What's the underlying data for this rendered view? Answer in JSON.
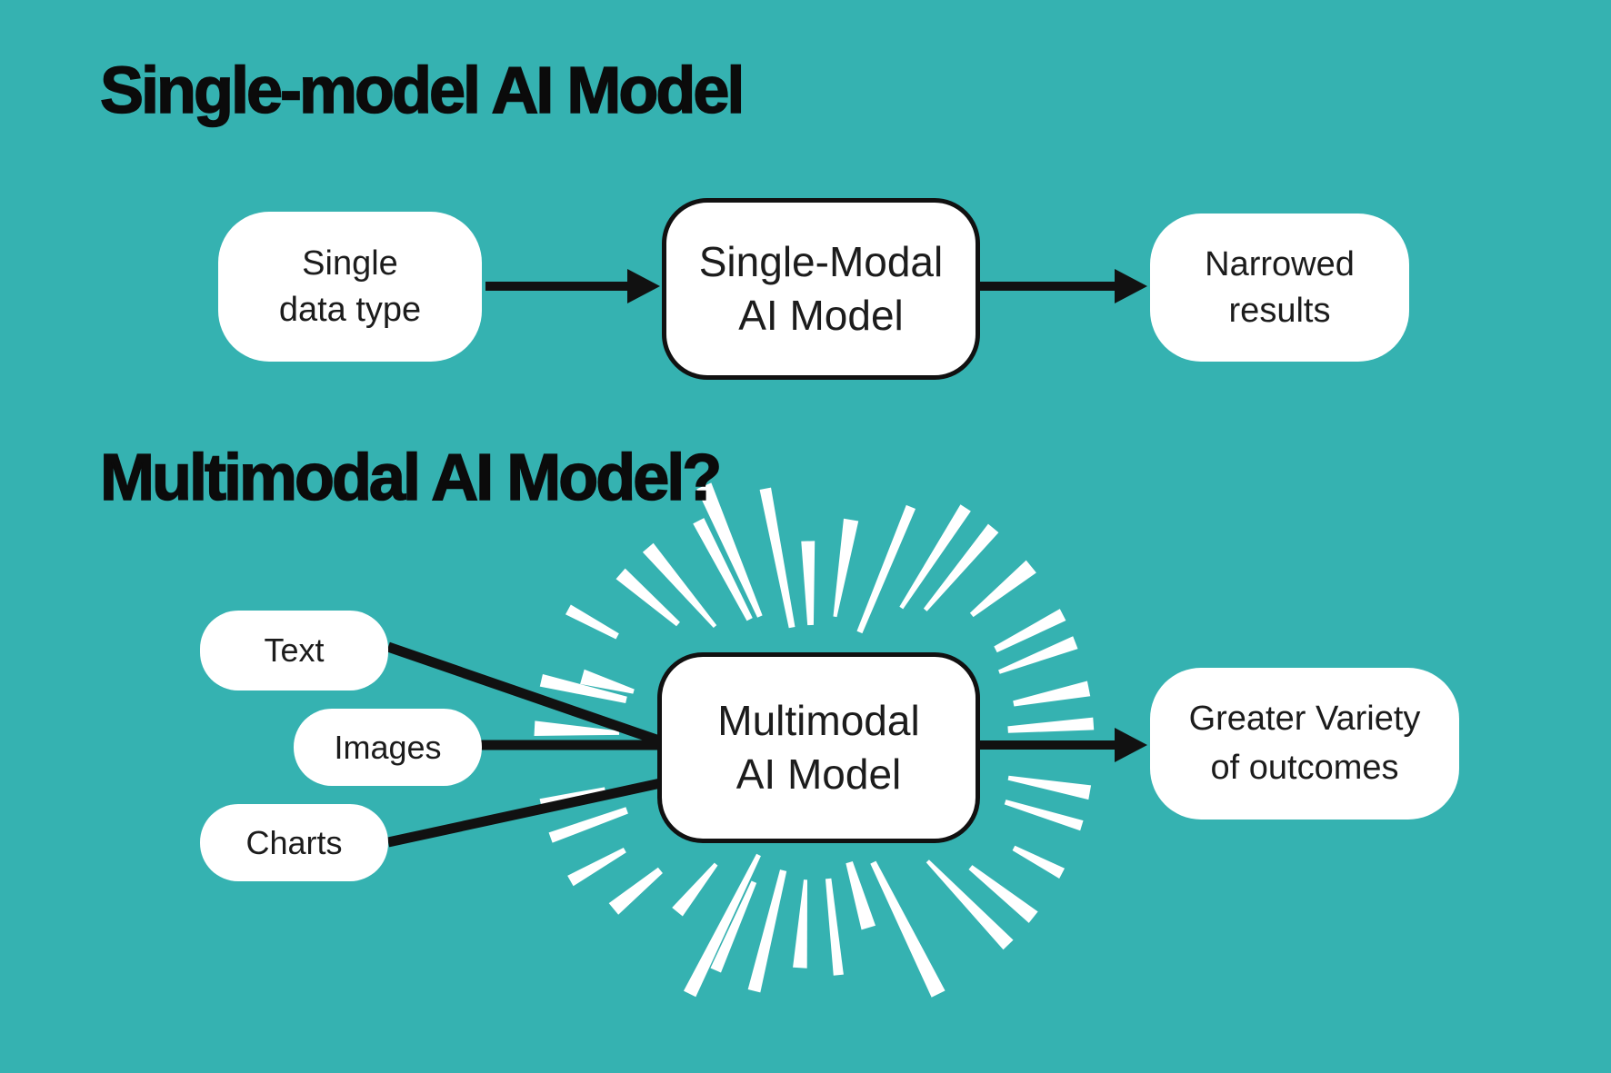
{
  "canvas": {
    "background_color": "#35b2b1",
    "box_fill_color": "#ffffff",
    "ink_color": "#111111",
    "starburst_color": "#ffffff"
  },
  "section_single": {
    "title": "Single-model AI Model",
    "input_box": {
      "line1": "Single",
      "line2": "data type"
    },
    "model_box": {
      "line1": "Single-Modal",
      "line2": "AI Model"
    },
    "result_box": {
      "line1": "Narrowed",
      "line2": "results"
    }
  },
  "section_multi": {
    "title": "Multimodal AI Model?",
    "input_boxes": [
      {
        "label": "Text"
      },
      {
        "label": "Images"
      },
      {
        "label": "Charts"
      }
    ],
    "model_box": {
      "line1": "Multimodal",
      "line2": "AI Model"
    },
    "result_box": {
      "line1": "Greater Variety",
      "line2": "of outcomes"
    },
    "decoration": "starburst-icon"
  }
}
